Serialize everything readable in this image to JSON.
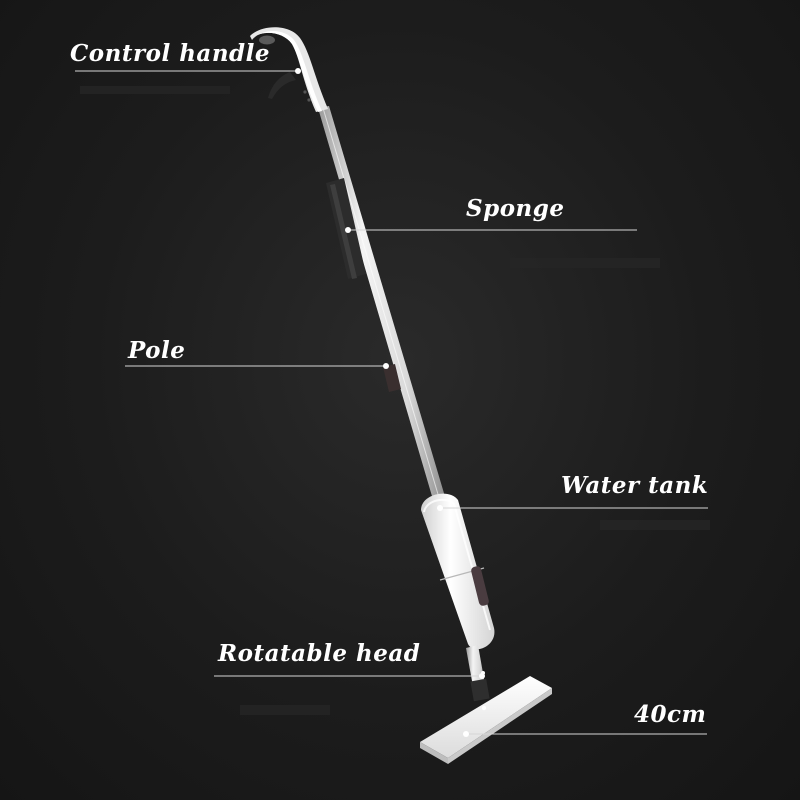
{
  "labels": {
    "control_handle": "Control handle",
    "sponge": "Sponge",
    "pole": "Pole",
    "water_tank": "Water tank",
    "rotatable_head": "Rotatable head",
    "width": "40cm"
  },
  "colors": {
    "background": "#1b1b1b",
    "text": "#ffffff",
    "leader_line": "#d8d8d8",
    "mop_body": "#f2f2f2",
    "pole_metal": "#e6e6e6",
    "sponge_grip": "#2e2e2e"
  }
}
